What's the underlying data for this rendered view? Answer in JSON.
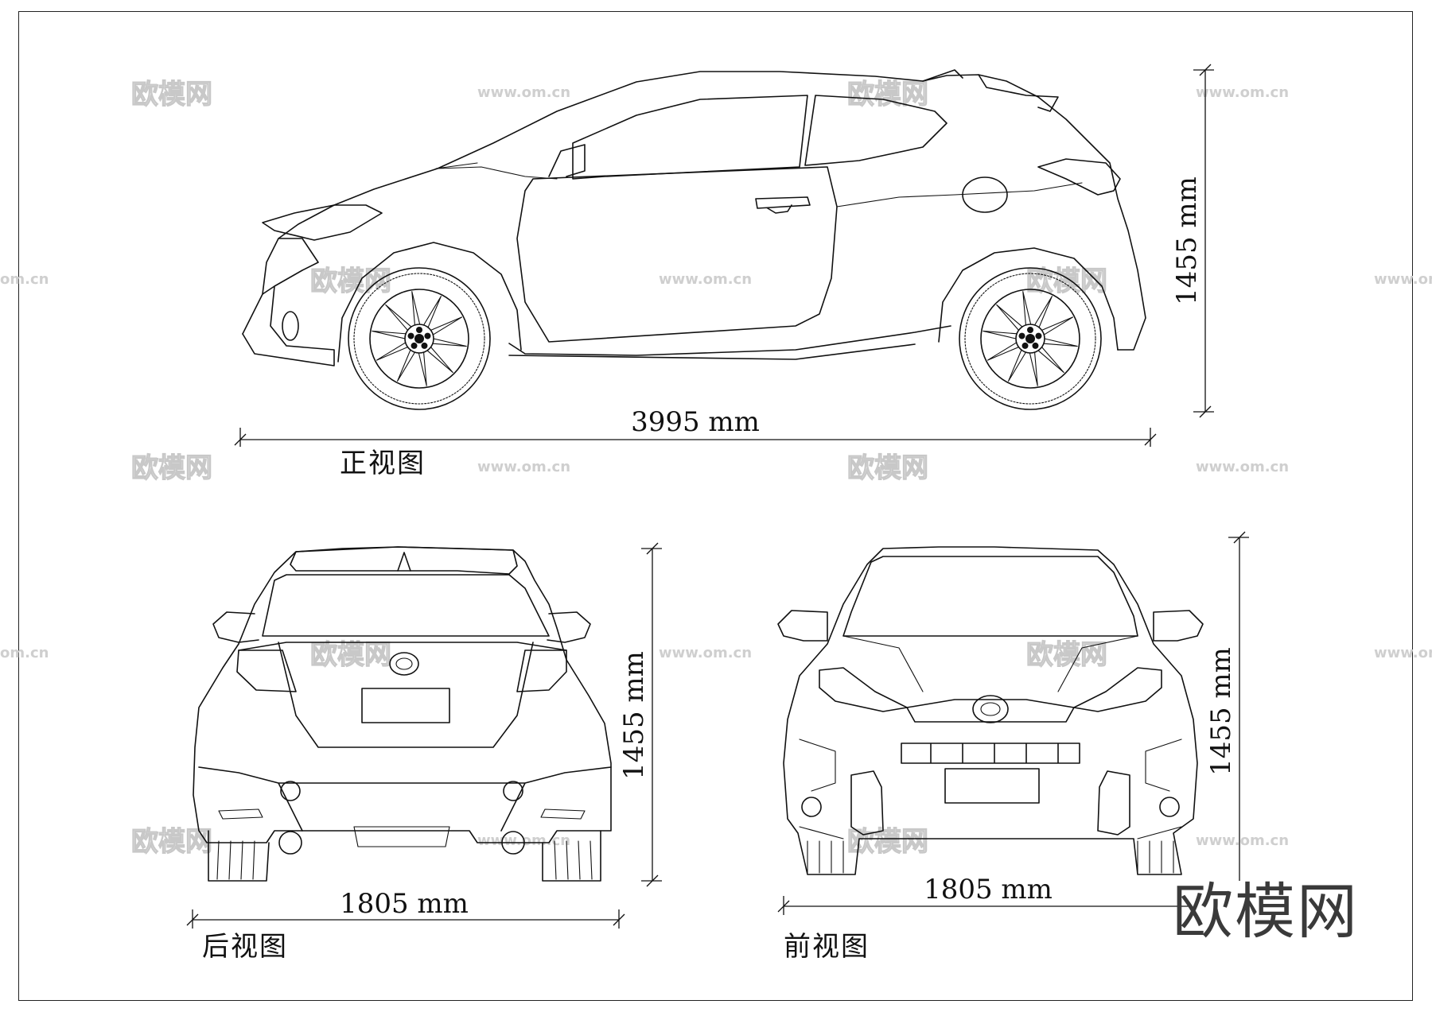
{
  "views": {
    "side": {
      "caption": "正视图",
      "length_label": "3995 mm",
      "height_label": "1455 mm"
    },
    "rear": {
      "caption": "后视图",
      "width_label": "1805 mm",
      "height_label": "1455 mm"
    },
    "front": {
      "caption": "前视图",
      "width_label": "1805 mm",
      "height_label": "1455 mm"
    }
  },
  "watermark": {
    "text": "欧模网",
    "url": "www.om.cn",
    "url_fragment": "om.cn"
  },
  "brand_mark": "欧模网"
}
